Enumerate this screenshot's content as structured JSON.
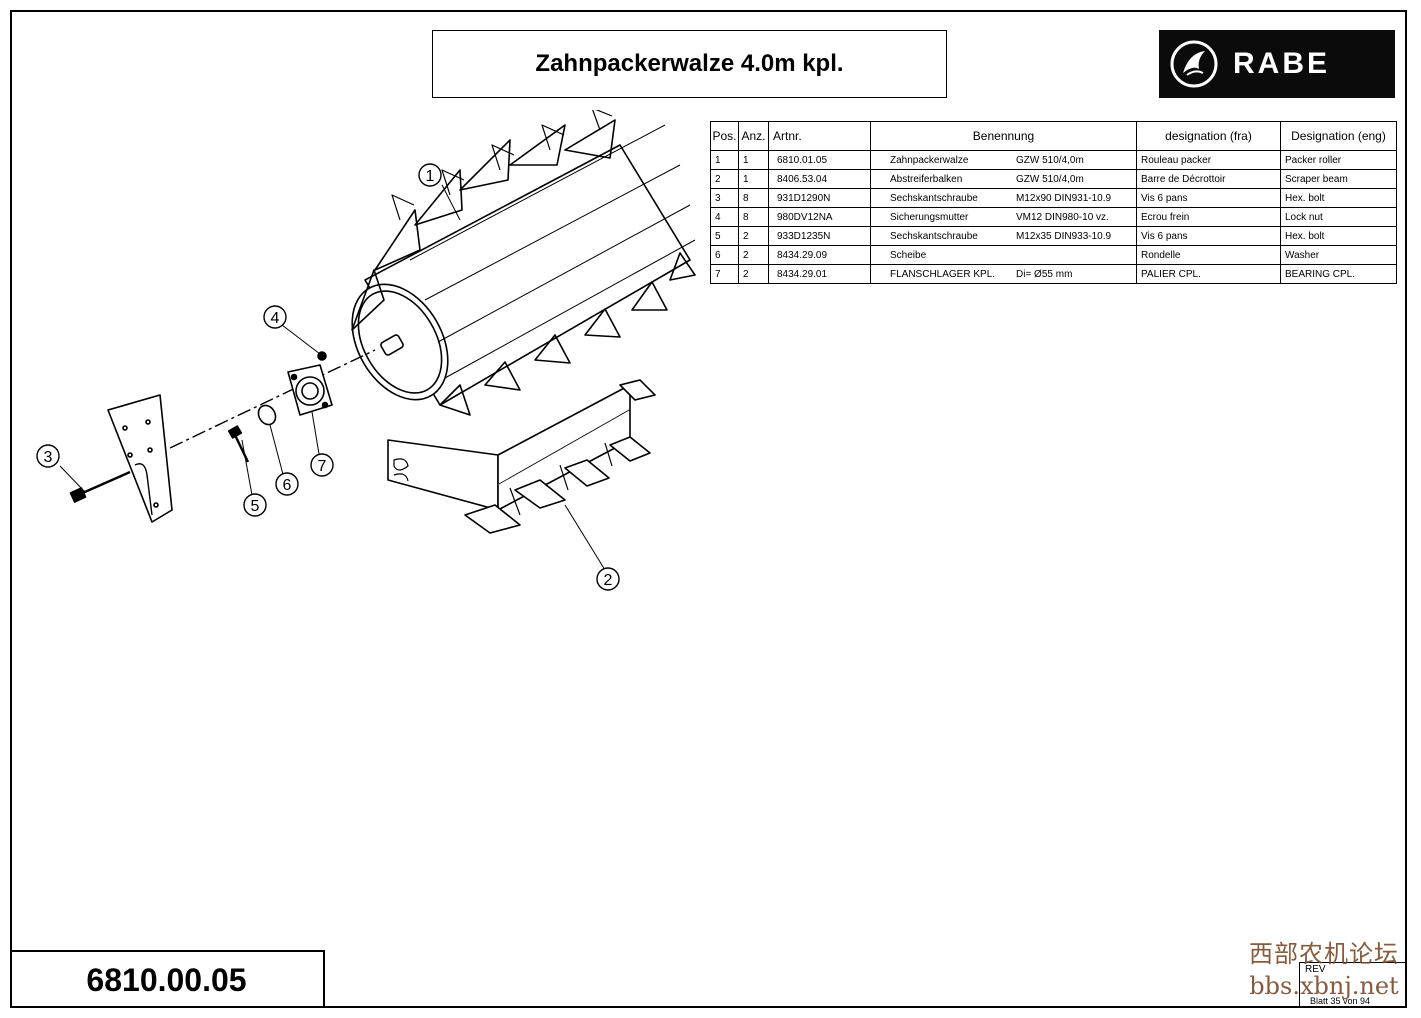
{
  "title": "Zahnpackerwalze 4.0m kpl.",
  "logo": {
    "text": "RABE",
    "icon": "rabe-bird-logo-icon"
  },
  "table": {
    "headers": [
      "Pos.",
      "Anz.",
      "Artnr.",
      "Benennung",
      "designation (fra)",
      "Designation (eng)"
    ],
    "rows": [
      {
        "pos": "1",
        "anz": "1",
        "artnr": "6810.01.05",
        "name": "Zahnpackerwalze",
        "spec": "GZW 510/4,0m",
        "fra": "Rouleau packer",
        "eng": "Packer roller"
      },
      {
        "pos": "2",
        "anz": "1",
        "artnr": "8406.53.04",
        "name": "Abstreiferbalken",
        "spec": "GZW 510/4,0m",
        "fra": "Barre de Décrottoir",
        "eng": "Scraper beam"
      },
      {
        "pos": "3",
        "anz": "8",
        "artnr": "931D1290N",
        "name": "Sechskantschraube",
        "spec": "M12x90 DIN931-10.9",
        "fra": "Vis 6 pans",
        "eng": "Hex. bolt"
      },
      {
        "pos": "4",
        "anz": "8",
        "artnr": "980DV12NA",
        "name": "Sicherungsmutter",
        "spec": "VM12 DIN980-10 vz.",
        "fra": "Ecrou frein",
        "eng": "Lock nut"
      },
      {
        "pos": "5",
        "anz": "2",
        "artnr": "933D1235N",
        "name": "Sechskantschraube",
        "spec": "M12x35 DIN933-10.9",
        "fra": "Vis 6 pans",
        "eng": "Hex. bolt"
      },
      {
        "pos": "6",
        "anz": "2",
        "artnr": "8434.29.09",
        "name": "Scheibe",
        "spec": "",
        "fra": "Rondelle",
        "eng": "Washer"
      },
      {
        "pos": "7",
        "anz": "2",
        "artnr": "8434.29.01",
        "name": "FLANSCHLAGER KPL.",
        "spec": "Di= Ø55 mm",
        "fra": "PALIER CPL.",
        "eng": "BEARING CPL."
      }
    ]
  },
  "callouts": [
    "1",
    "2",
    "3",
    "4",
    "5",
    "6",
    "7"
  ],
  "doc_number": "6810.00.05",
  "rev_label": "REV",
  "sheet": "Blatt 35 von 94",
  "watermark": {
    "line1": "西部农机论坛",
    "line2": "bbs.xbnj.net"
  }
}
